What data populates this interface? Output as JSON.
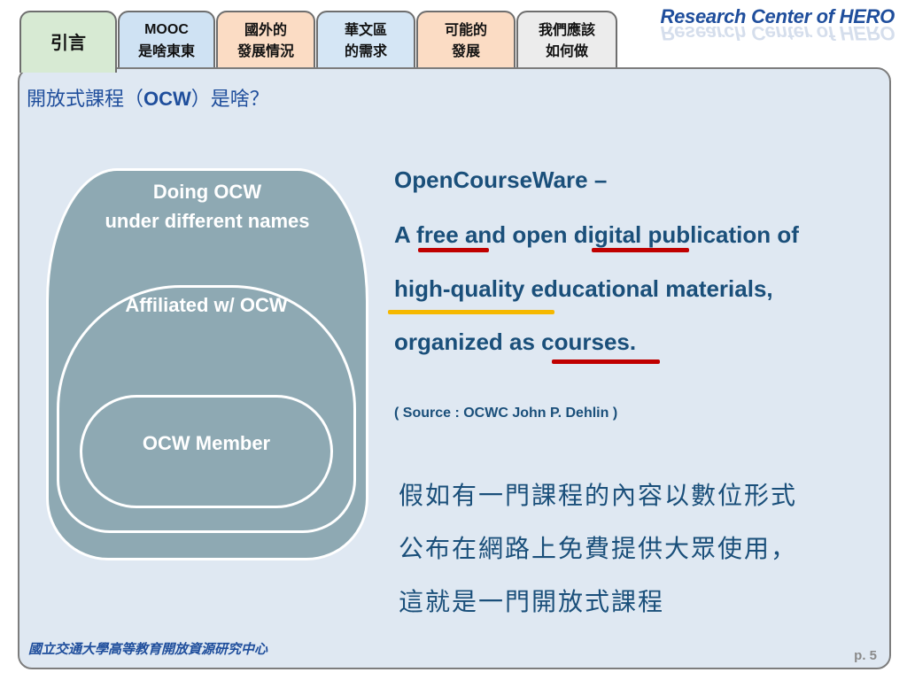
{
  "tabs": [
    {
      "line1": "引言",
      "line2": ""
    },
    {
      "line1": "MOOC",
      "line2": "是啥東東"
    },
    {
      "line1": "國外的",
      "line2": "發展情況"
    },
    {
      "line1": "華文區",
      "line2": "的需求"
    },
    {
      "line1": "可能的",
      "line2": "發展"
    },
    {
      "line1": "我們應該",
      "line2": "如何做"
    }
  ],
  "brand": "Research Center of HERO",
  "title": {
    "prefix": "開放式課程（",
    "highlight": "OCW",
    "suffix": "）是啥？"
  },
  "diagram": {
    "outer_line1": "Doing OCW",
    "outer_line2": "under different names",
    "middle": "Affiliated w/ OCW",
    "inner": "OCW Member"
  },
  "definition": {
    "line1": "OpenCourseWare –",
    "line2": "A free and open digital publication of",
    "line3": "high-quality educational materials,",
    "line4": "organized as courses."
  },
  "source": "( Source : OCWC John P. Dehlin )",
  "explanation": {
    "line1": "假如有一門課程的內容以數位形式",
    "line2": "公布在網路上免費提供大眾使用，",
    "line3": "這就是一門開放式課程"
  },
  "footer": {
    "org": "國立交通大學高等教育開放資源研究中心",
    "page": "p. 5"
  },
  "colors": {
    "accent_red": "#c00000",
    "accent_yellow": "#f5b800",
    "panel": "#dfe8f2",
    "shape": "#8ea9b3",
    "text_blue": "#1a4f7a"
  }
}
